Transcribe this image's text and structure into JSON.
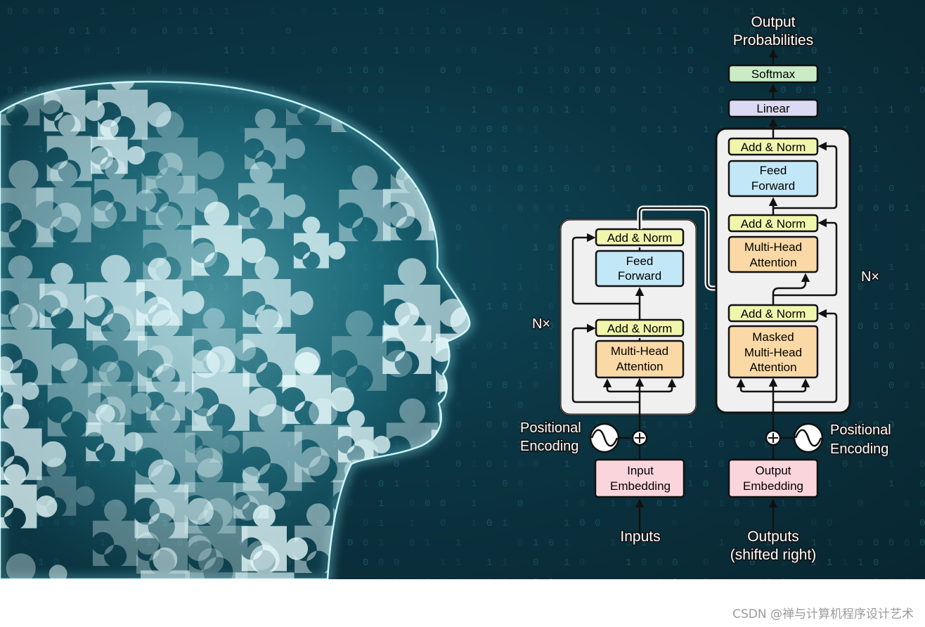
{
  "diagram": {
    "title_line1": "Output",
    "title_line2": "Probabilities",
    "softmax": "Softmax",
    "linear": "Linear",
    "nx_label": "N×",
    "encoder": {
      "add_norm_top": "Add & Norm",
      "ffn_line1": "Feed",
      "ffn_line2": "Forward",
      "add_norm_bottom": "Add & Norm",
      "mha_line1": "Multi-Head",
      "mha_line2": "Attention",
      "pos_line1": "Positional",
      "pos_line2": "Encoding",
      "emb_line1": "Input",
      "emb_line2": "Embedding",
      "input_label": "Inputs"
    },
    "decoder": {
      "add_norm_top": "Add & Norm",
      "ffn_line1": "Feed",
      "ffn_line2": "Forward",
      "add_norm_mid": "Add & Norm",
      "mha_line1": "Multi-Head",
      "mha_line2": "Attention",
      "add_norm_bottom": "Add & Norm",
      "masked_line1": "Masked",
      "masked_line2": "Multi-Head",
      "masked_line3": "Attention",
      "pos_line1": "Positional",
      "pos_line2": "Encoding",
      "emb_line1": "Output",
      "emb_line2": "Embedding",
      "output_line1": "Outputs",
      "output_line2": "(shifted right)"
    }
  },
  "colors": {
    "add_norm": "#f1f6ad",
    "feed_forward": "#c2e7f7",
    "attention": "#fbd9a6",
    "embedding": "#fbd5dc",
    "softmax": "#c9ecc6",
    "linear": "#dcdaf2",
    "stack_bg": "#f0f0f0"
  },
  "watermark": "CSDN @禅与计算机程序设计艺术"
}
